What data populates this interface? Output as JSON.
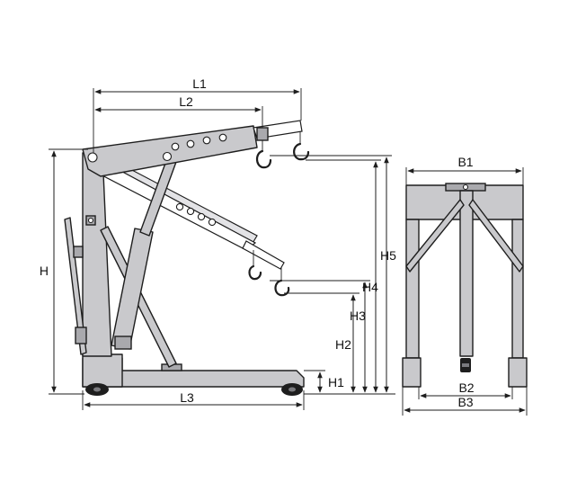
{
  "labels": {
    "L1": "L1",
    "L2": "L2",
    "L3": "L3",
    "H": "H",
    "H1": "H1",
    "H2": "H2",
    "H3": "H3",
    "H4": "H4",
    "H5": "H5",
    "B1": "B1",
    "B2": "B2",
    "B3": "B3"
  },
  "colors": {
    "frame_fill": "#c9c9cc",
    "outline": "#1e1e1e",
    "wheel": "#1e1e1e"
  }
}
